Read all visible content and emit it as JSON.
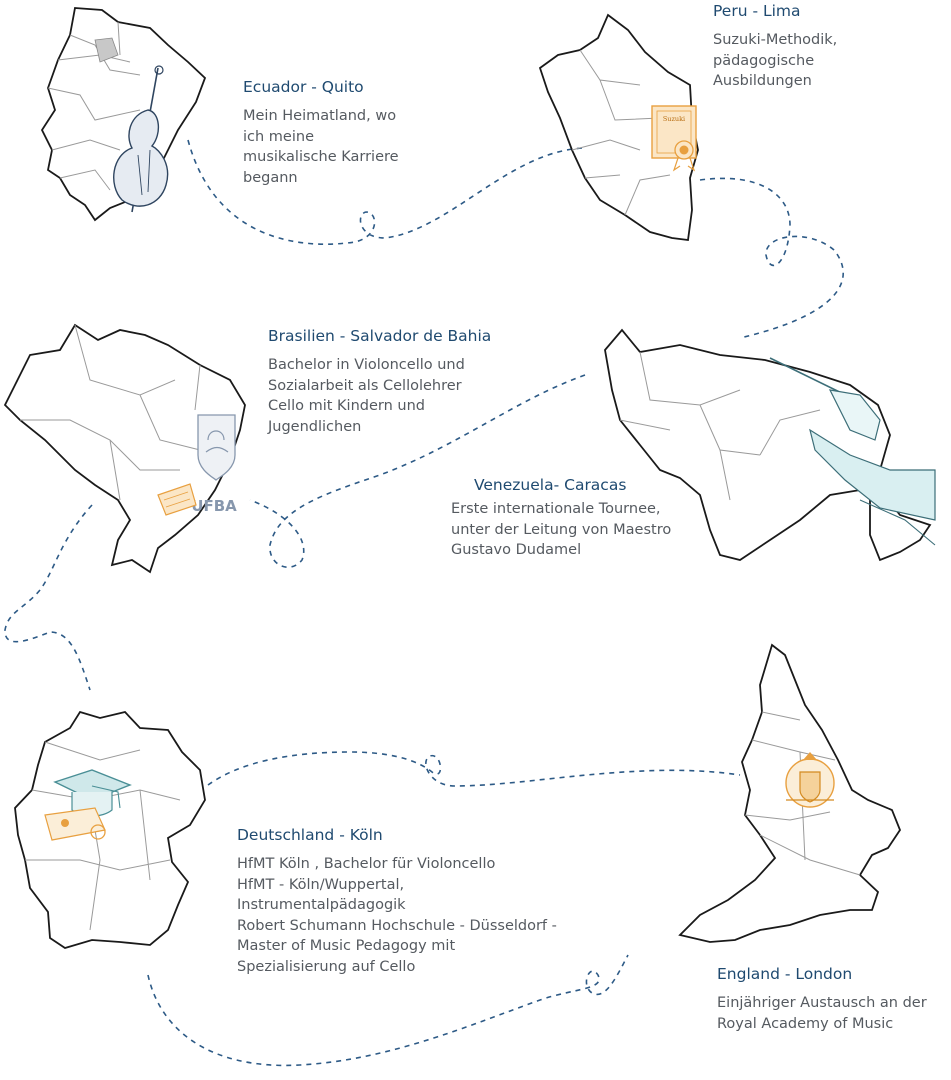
{
  "stops": [
    {
      "id": "ecuador",
      "title": "Ecuador - Quito",
      "lines": [
        "Mein Heimatland, wo",
        "ich meine",
        "musikalische Karriere",
        "begann"
      ],
      "icon": "double-bass-icon"
    },
    {
      "id": "peru",
      "title": "Peru - Lima",
      "lines": [
        "Suzuki-Methodik,",
        "pädagogische",
        "Ausbildungen"
      ],
      "icon": "certificate-icon",
      "icon_text": "Suzuki"
    },
    {
      "id": "brasilien",
      "title": "Brasilien - Salvador de Bahia",
      "lines": [
        "Bachelor in Violoncello und",
        "Sozialarbeit als Cellolehrer",
        "Cello mit Kindern und",
        "Jugendlichen"
      ],
      "icon": "university-crest-icon",
      "icon_text": "UFBA"
    },
    {
      "id": "venezuela",
      "title": "Venezuela- Caracas",
      "lines": [
        "Erste internationale Tournee,",
        "unter der Leitung von Maestro",
        "Gustavo Dudamel"
      ],
      "icon": "conductor-hands-icon"
    },
    {
      "id": "deutschland",
      "title": "Deutschland - Köln",
      "lines": [
        "HfMT Köln , Bachelor für Violoncello",
        "HfMT - Köln/Wuppertal,",
        "Instrumentalpädagogik",
        "Robert Schumann Hochschule - Düsseldorf -",
        "Master of Music Pedagogy mit",
        "Spezialisierung auf Cello"
      ],
      "icon": "graduation-cap-icon"
    },
    {
      "id": "england",
      "title": "England - London",
      "lines": [
        "Einjähriger Austausch an der",
        "Royal Academy of Music"
      ],
      "icon": "royal-coat-of-arms-icon"
    }
  ],
  "colors": {
    "title": "#1f4a70",
    "body_text": "#555a60",
    "dashed_path": "#2d5a86",
    "map_outline": "#1a1a1a",
    "map_inner": "#9a9a9a",
    "accent_orange": "#e8a040",
    "accent_teal": "#7fc0c4",
    "accent_slate": "#8797ad"
  }
}
